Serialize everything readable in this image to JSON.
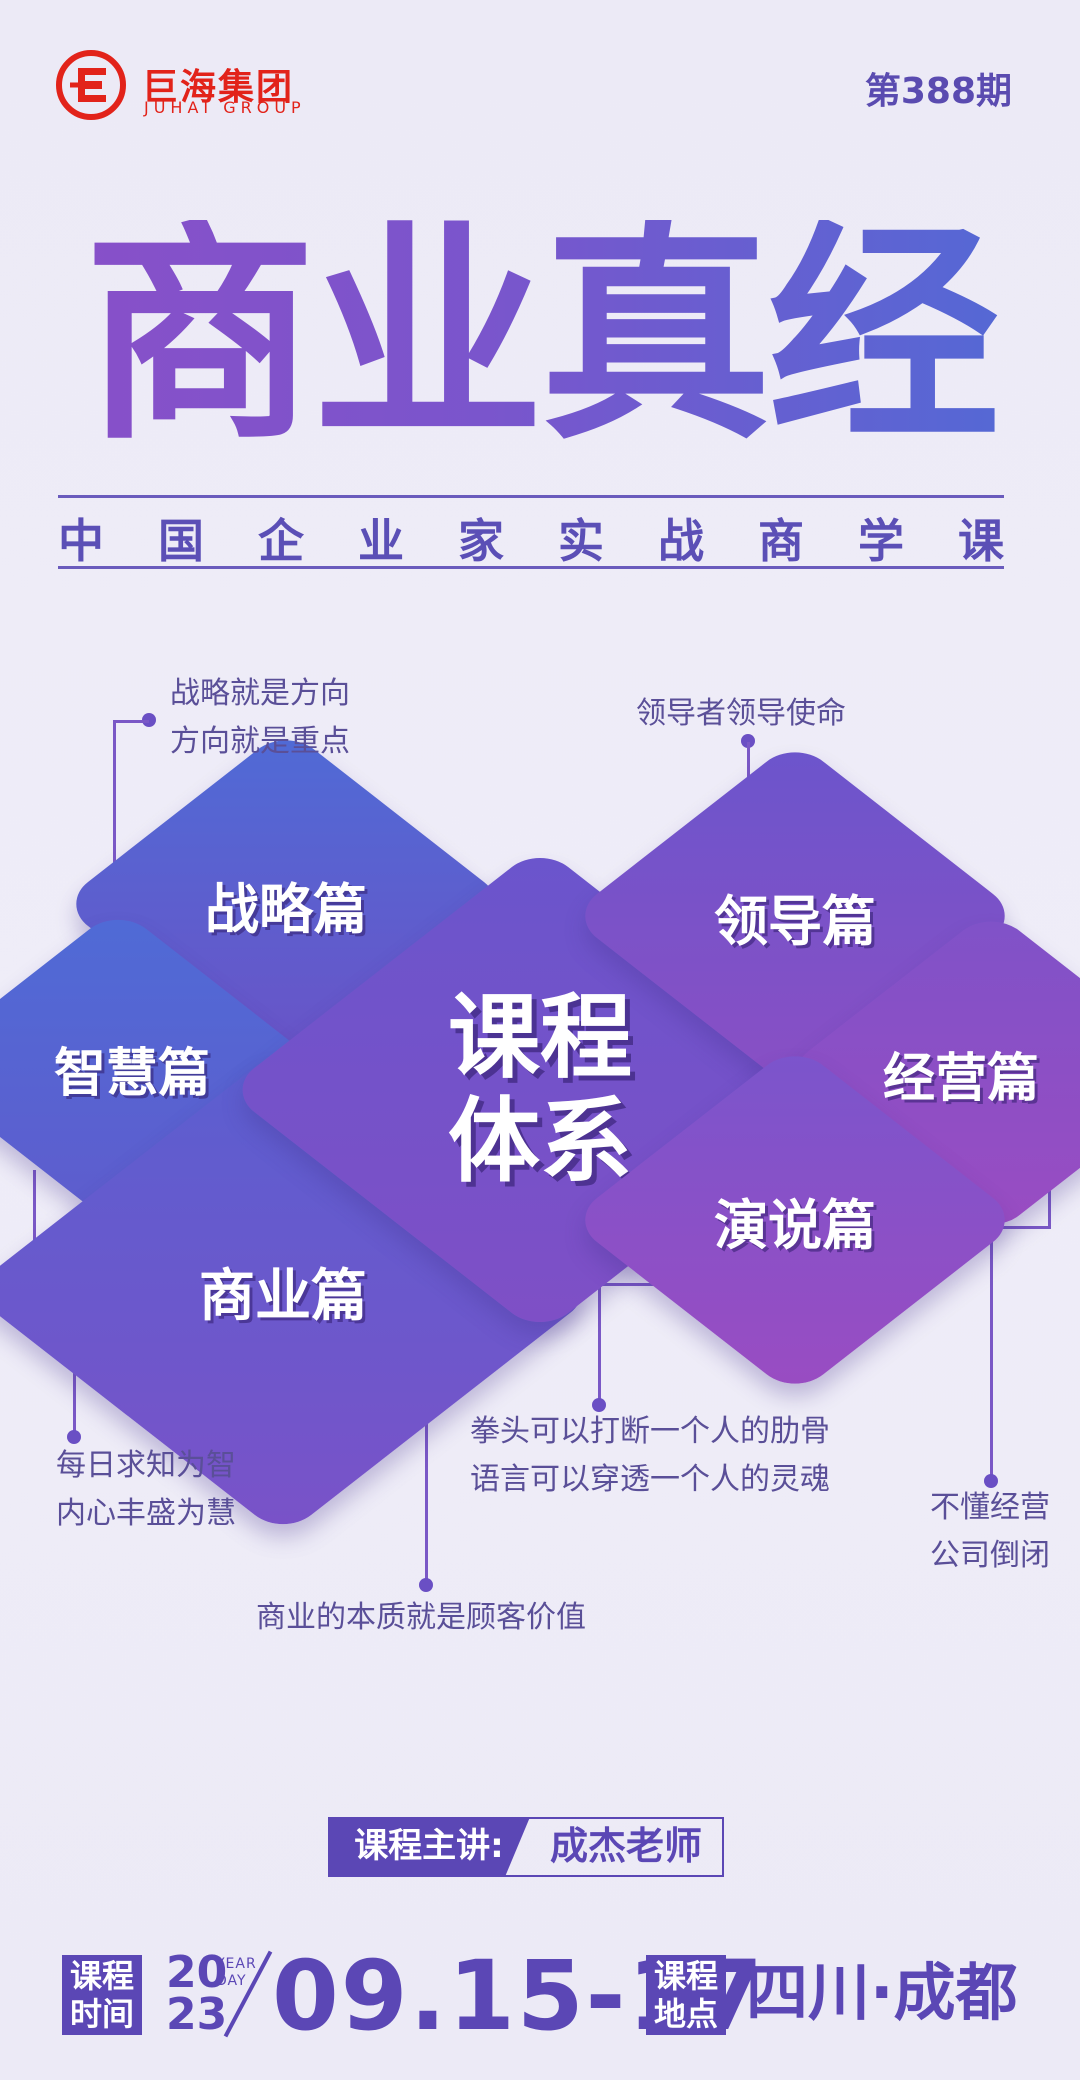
{
  "header": {
    "logo_cn": "巨海集团",
    "logo_en": "JUHAI GROUP",
    "issue": "第388期"
  },
  "title": {
    "main": "商业真经",
    "subtitle_chars": [
      "中",
      "国",
      "企",
      "业",
      "家",
      "实",
      "战",
      "商",
      "学",
      "课"
    ]
  },
  "center": {
    "line1": "课程",
    "line2": "体系"
  },
  "modules": {
    "zhanlue": "战略篇",
    "zhihui": "智慧篇",
    "shangye": "商业篇",
    "lingdao": "领导篇",
    "jingying": "经营篇",
    "yanshuo": "演说篇"
  },
  "notes": {
    "zhanlue": [
      "战略就是方向",
      "方向就是重点"
    ],
    "lingdao": [
      "领导者领导使命"
    ],
    "zhihui": [
      "每日求知为智",
      "内心丰盛为慧"
    ],
    "yanshuo": [
      "拳头可以打断一个人的肋骨",
      "语言可以穿透一个人的灵魂"
    ],
    "jingying": [
      "不懂经营",
      "公司倒闭"
    ],
    "shangye": [
      "商业的本质就是顾客价值"
    ]
  },
  "lecturer": {
    "label": "课程主讲:",
    "name": "成杰老师"
  },
  "schedule": {
    "time_tag": [
      "课程",
      "时间"
    ],
    "year_top": "20",
    "year_bottom": "23",
    "year_word": "YEAR",
    "day_word": "DAY",
    "date": "09.15-17",
    "place_tag": [
      "课程",
      "地点"
    ],
    "place": "四川·成都"
  },
  "colors": {
    "brand_red": "#e2231a",
    "primary_purple": "#5b47b5",
    "gradient_violet": "#8a4fc8",
    "gradient_blue": "#4f6bd6"
  }
}
